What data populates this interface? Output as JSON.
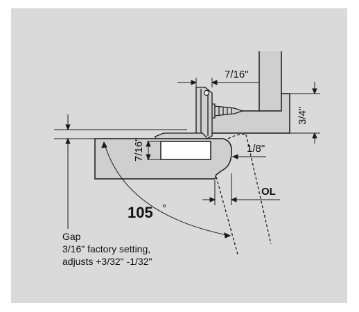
{
  "colors": {
    "panel_background": "#dadada",
    "part_fill": "#cfcfcf",
    "outline": "#1a1a1a"
  },
  "labels": {
    "dim_hinge_offset": "7/16\"",
    "dim_panel_thickness": "3/4\"",
    "dim_cup_depth": "7/16\"",
    "dim_edge": "1/8\"",
    "opening_angle": "105",
    "degree_symbol": "°",
    "overlay": "OL",
    "gap_title": "Gap",
    "gap_factory": "3/16\" factory setting,",
    "gap_adjust": "adjusts +3/32\" -1/32\""
  }
}
